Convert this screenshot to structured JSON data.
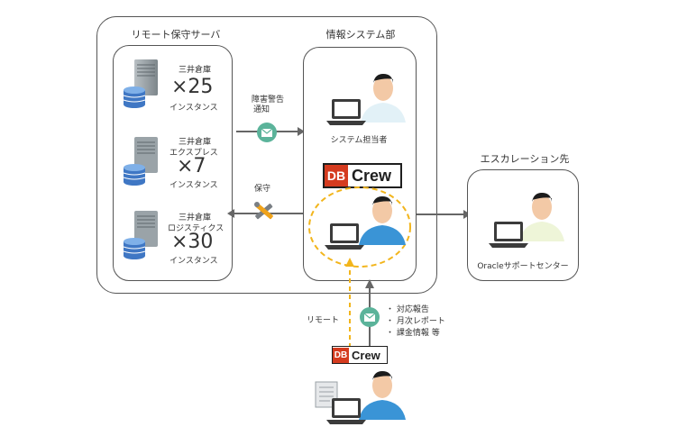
{
  "remote_group": {
    "title": "リモート保守サーバ",
    "servers": [
      {
        "name": "三井倉庫",
        "count": "×25",
        "unit": "インスタンス"
      },
      {
        "name_line1": "三井倉庫",
        "name_line2": "エクスプレス",
        "count": "×7",
        "unit": "インスタンス"
      },
      {
        "name_line1": "三井倉庫",
        "name_line2": "ロジスティクス",
        "count": "×30",
        "unit": "インスタンス"
      }
    ]
  },
  "flows": {
    "alert_line1": "障害警告",
    "alert_line2": "通知",
    "maintenance": "保守",
    "remote": "リモート",
    "report_items": [
      "対応報告",
      "月次レポート",
      "課金情報 等"
    ]
  },
  "it_dept": {
    "title": "情報システム部",
    "staff_label": "システム担当者"
  },
  "brand": {
    "logo_text": "Crew",
    "logo_mark": "DB"
  },
  "escalation": {
    "title": "エスカレーション先",
    "label": "Oracleサポートセンター"
  },
  "colors": {
    "accent_green": "#5bb39a",
    "dashed_yellow": "#f2b51c",
    "arrow_gray": "#666666"
  }
}
